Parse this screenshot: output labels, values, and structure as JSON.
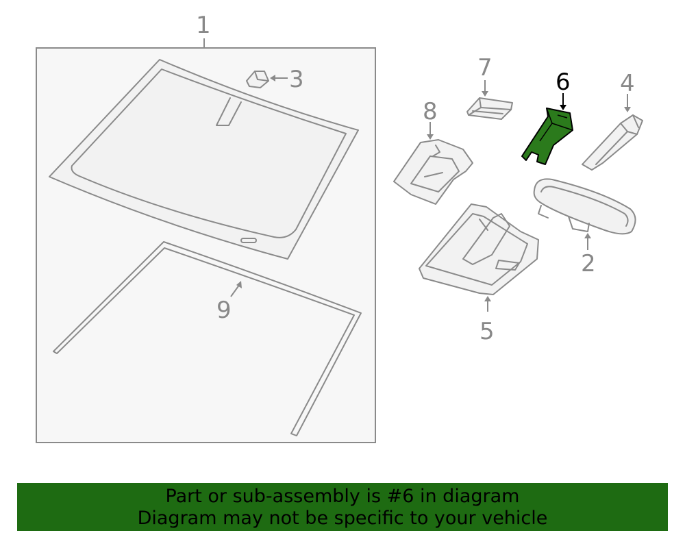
{
  "diagram": {
    "callouts": [
      {
        "id": "1",
        "label": "1",
        "highlighted": false
      },
      {
        "id": "2",
        "label": "2",
        "highlighted": false
      },
      {
        "id": "3",
        "label": "3",
        "highlighted": false
      },
      {
        "id": "4",
        "label": "4",
        "highlighted": false
      },
      {
        "id": "5",
        "label": "5",
        "highlighted": false
      },
      {
        "id": "6",
        "label": "6",
        "highlighted": true
      },
      {
        "id": "7",
        "label": "7",
        "highlighted": false
      },
      {
        "id": "8",
        "label": "8",
        "highlighted": false
      },
      {
        "id": "9",
        "label": "9",
        "highlighted": false
      }
    ],
    "colors": {
      "highlight_part": "#2b7a1c",
      "part_outline": "#8a8a8a",
      "panel_background": "#f7f7f7",
      "banner_background": "#1e6b12"
    }
  },
  "banner": {
    "line1": "Part or sub-assembly is #6 in diagram",
    "line2": "Diagram may not be specific to your vehicle"
  }
}
